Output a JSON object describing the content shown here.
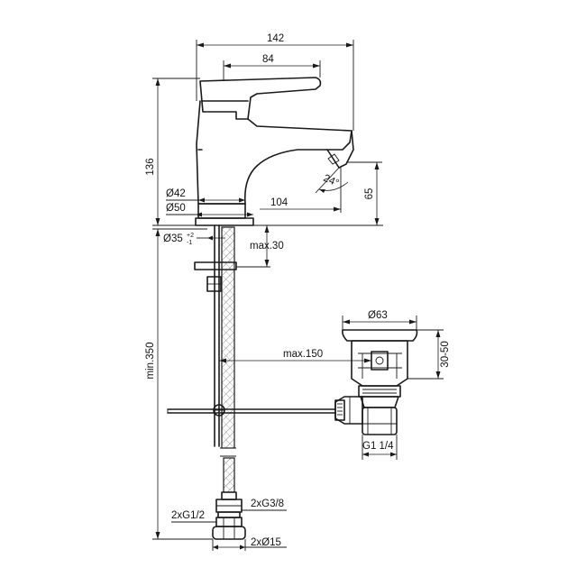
{
  "dimensions": {
    "width_142": "142",
    "width_84": "84",
    "height_136": "136",
    "dia_42": "Ø42",
    "dia_50": "Ø50",
    "reach_104": "104",
    "height_65": "65",
    "angle_24": "24°",
    "dia_35": "Ø35",
    "dia_35_tol_plus": "+2",
    "dia_35_tol_minus": "-1",
    "max_30": "max.30",
    "min_350": "min.350",
    "max_150": "max.150",
    "dia_63": "Ø63",
    "range_30_50": "30-50",
    "thread_g1_1_4": "G1 1/4",
    "thread_g3_8": "2xG3/8",
    "thread_g1_2": "2xG1/2",
    "dia_15": "2xØ15"
  }
}
